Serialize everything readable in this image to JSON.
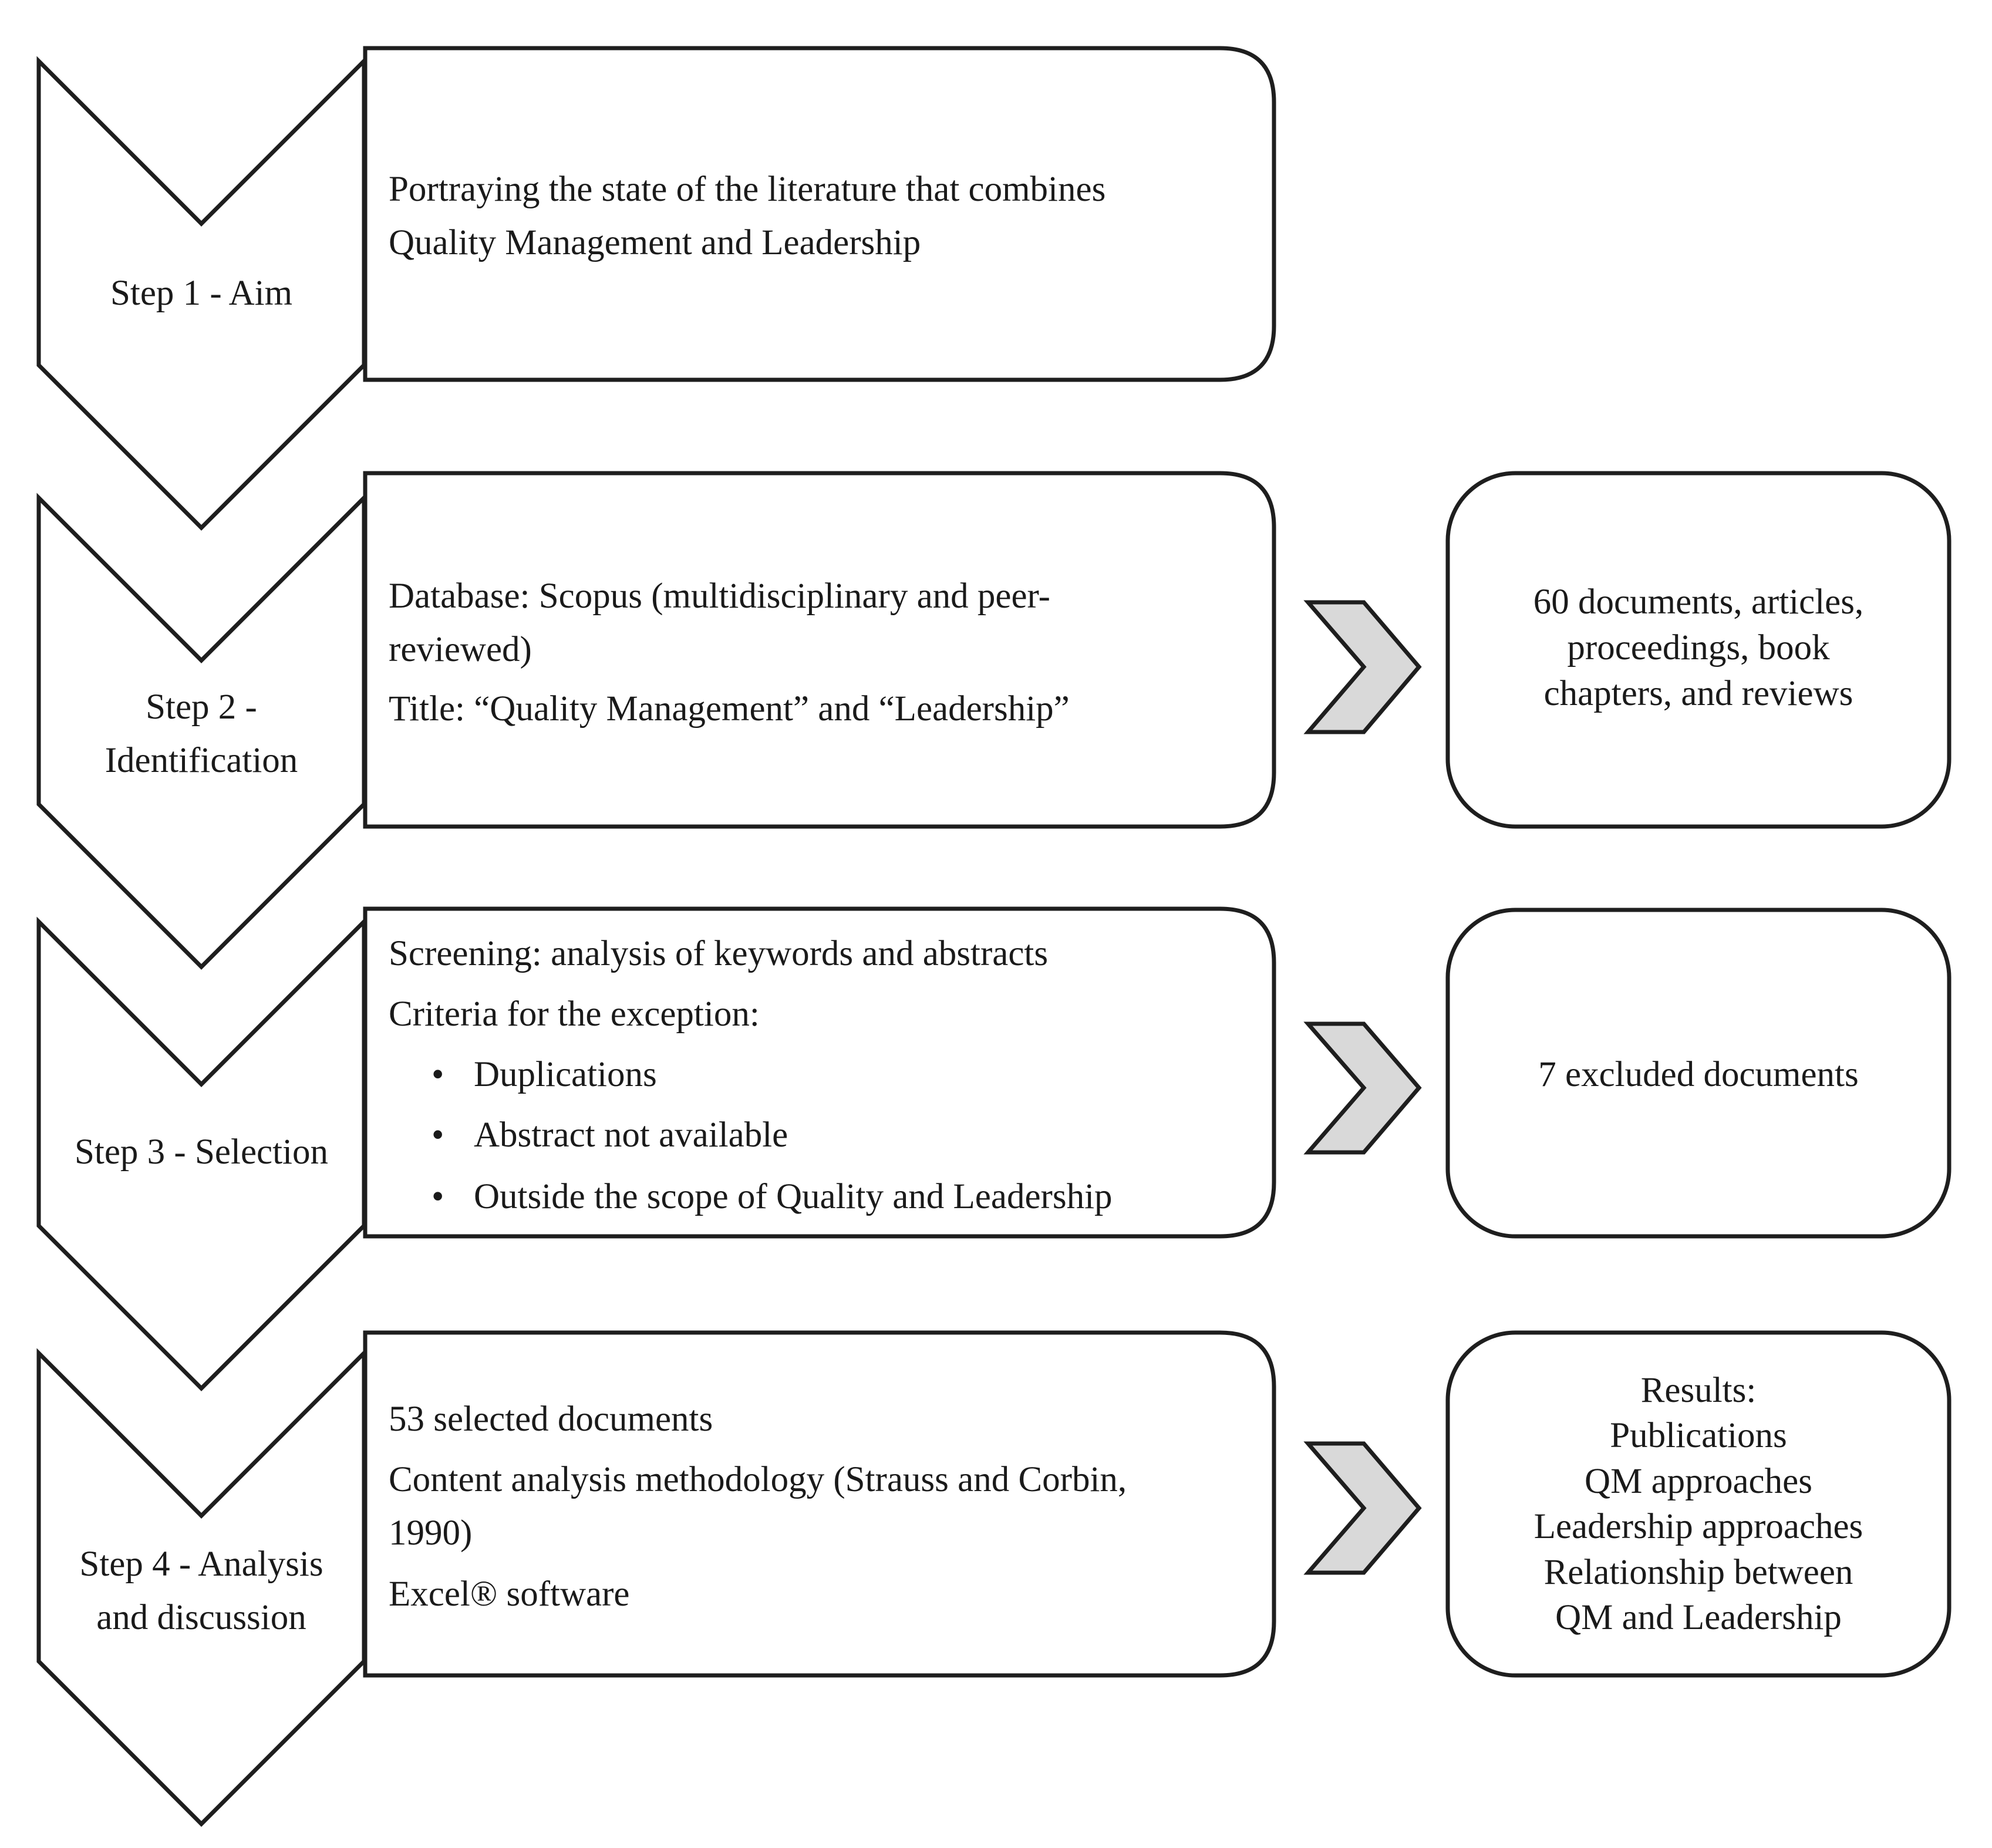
{
  "steps": [
    {
      "label": [
        "Step 1 - Aim"
      ],
      "content": [
        "Portraying the state of the literature that combines",
        "Quality Management and Leadership"
      ],
      "bullets": [],
      "result": []
    },
    {
      "label": [
        "Step 2 -",
        "Identification"
      ],
      "content": [
        "Database: Scopus (multidisciplinary and peer-",
        "reviewed)",
        "Title: “Quality Management” and “Leadership”"
      ],
      "bullets": [],
      "result": [
        "60 documents, articles,",
        "proceedings, book",
        "chapters, and reviews"
      ]
    },
    {
      "label": [
        "Step 3 - Selection"
      ],
      "content": [
        "Screening: analysis of keywords and abstracts",
        "Criteria for the exception:"
      ],
      "bullets": [
        "Duplications",
        "Abstract not available",
        "Outside the scope of Quality and Leadership"
      ],
      "result": [
        "7 excluded documents"
      ]
    },
    {
      "label": [
        "Step 4 - Analysis",
        "and discussion"
      ],
      "content": [
        "53 selected documents",
        "Content analysis methodology (Strauss and Corbin,",
        "1990)",
        "Excel® software"
      ],
      "bullets": [],
      "result": [
        "Results:",
        "Publications",
        "QM approaches",
        "Leadership approaches",
        "Relationship between",
        "QM and Leadership"
      ]
    }
  ]
}
